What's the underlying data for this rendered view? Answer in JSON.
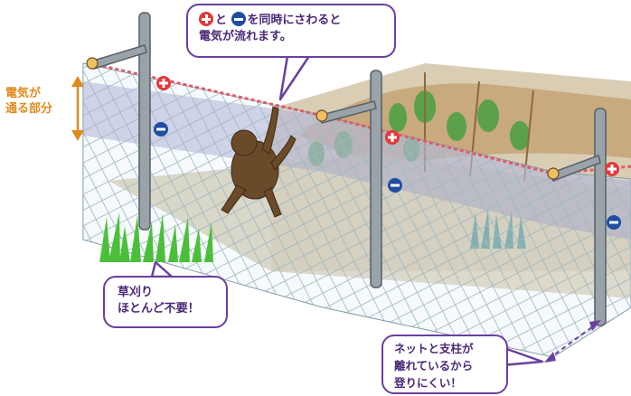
{
  "callout_top": {
    "line1_connector": "と",
    "line1_rest": "を同時にさわると",
    "line2": "電気が流れます。"
  },
  "label_current": {
    "line1": "電気が",
    "line2": "通る部分"
  },
  "callout_grass": {
    "line1": "草刈り",
    "line2": "ほとんど不要！"
  },
  "callout_gap": {
    "line1": "ネットと支柱が",
    "line2": "離れているから",
    "line3": "登りにくい！"
  },
  "colors": {
    "callout_border": "#6b3fa0",
    "plus": "#e23a3a",
    "minus": "#1f4ea0",
    "current_band": "#e08a1e"
  }
}
